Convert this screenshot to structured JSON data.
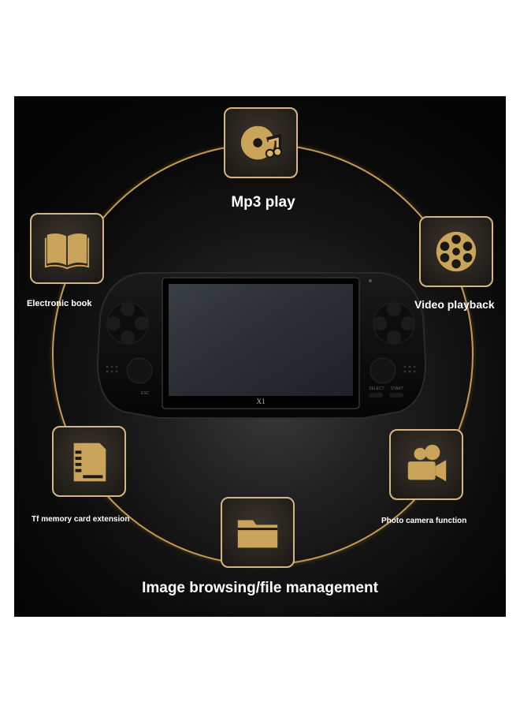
{
  "features": {
    "mp3": {
      "label": "Mp3 play",
      "icon": "music-disc-icon"
    },
    "ebook": {
      "label": "Electronic book",
      "icon": "open-book-icon"
    },
    "video": {
      "label": "Video playback",
      "icon": "film-reel-icon"
    },
    "tf_card": {
      "label": "Tf memory card extension",
      "icon": "sd-card-icon"
    },
    "camera": {
      "label": "Photo camera function",
      "icon": "video-camera-icon"
    },
    "files": {
      "label": "Image browsing/file management",
      "icon": "folder-icon"
    }
  },
  "device": {
    "model": "X1",
    "esc_label": "ESC",
    "select_label": "SELECT",
    "start_label": "START"
  },
  "colors": {
    "gold": "#c79a4e",
    "tile_border": "#d5b583",
    "background": "#050505"
  }
}
